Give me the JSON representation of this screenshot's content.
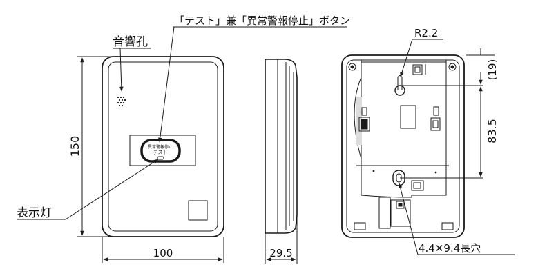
{
  "labels": {
    "button_callout": "「テスト」兼「異常警報停止」ボタン",
    "sound_hole": "音響孔",
    "indicator": "表示灯",
    "radius": "R2.2",
    "slot": "4.4✕9.4長穴",
    "button_face_top": "異常警報停止",
    "button_face_bottom": "テスト"
  },
  "dimensions": {
    "width_front": "100",
    "height_front": "150",
    "depth_side": "29.5",
    "hole_pitch": "83.5",
    "top_offset": "(19)"
  },
  "colors": {
    "line": "#1a1a1a",
    "fill": "#ffffff",
    "shade": "#dcdcdc"
  }
}
